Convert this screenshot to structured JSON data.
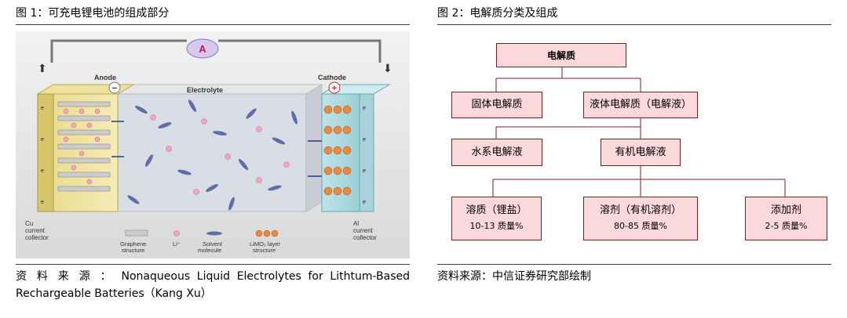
{
  "fig1": {
    "title": "图 1：可充电锂电池的组成部分",
    "ammeter_label": "A",
    "anode_label": "Anode",
    "cathode_label": "Cathode",
    "anode_sign": "−",
    "cathode_sign": "+",
    "electrolyte_label": "Electrolyte",
    "cu_label": [
      "Cu",
      "current",
      "collector"
    ],
    "al_label": [
      "Al",
      "current",
      "collector"
    ],
    "electron_label": "e",
    "legend": {
      "graphene": [
        "Graphene",
        "structure"
      ],
      "li": "Li⁺",
      "solvent": [
        "Solvent",
        "molecule"
      ],
      "limo2": [
        "LiMO₂ layer",
        "structure"
      ]
    },
    "source": "资 料 来 源 ： Nonaqueous Liquid Electrolytes for Lithtum-Based Rechargeable Batteries（Kang Xu）"
  },
  "fig2": {
    "title": "图 2：电解质分类及组成",
    "root": "电解质",
    "solid": "固体电解质",
    "liquid": "液体电解质（电解液）",
    "aqueous": "水系电解液",
    "organic": "有机电解液",
    "solute": {
      "name": "溶质（锂盐）",
      "share": "10-13 质量%"
    },
    "solvent": {
      "name": "溶剂（有机溶剂）",
      "share": "80-85 质量%"
    },
    "additive": {
      "name": "添加剂",
      "share": "2-5 质量%"
    },
    "source": "资料来源：中信证券研究部绘制"
  },
  "colors": {
    "accent": "#7a1f1f",
    "box_fill": "#fbd8dc"
  }
}
